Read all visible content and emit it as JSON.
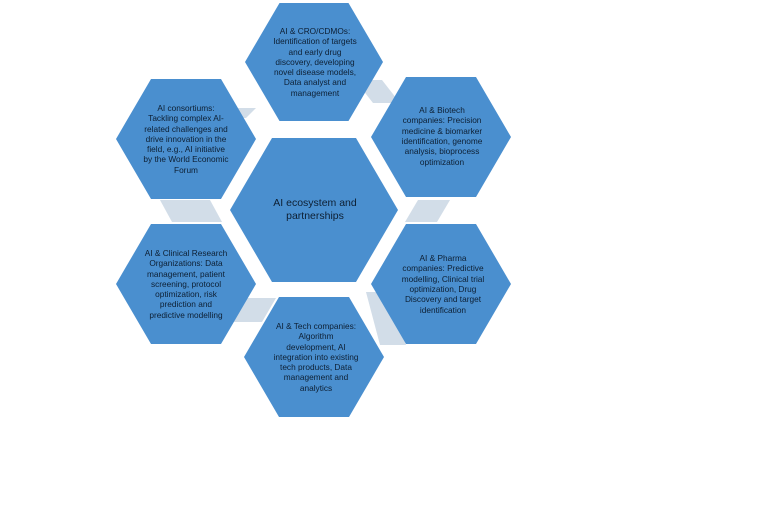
{
  "colors": {
    "hex_fill": "#4a8fcf",
    "connector_fill": "#d2dde8",
    "text": "#0d1f33",
    "background": "#ffffff"
  },
  "center": {
    "label": "AI ecosystem and\npartnerships"
  },
  "nodes": [
    {
      "label": "AI & CRO/CDMOs:\nIdentification of targets\nand early drug\ndiscovery, developing\nnovel disease models,\nData analyst and\nmanagement"
    },
    {
      "label": "AI & Biotech\ncompanies: Precision\nmedicine & biomarker\nidentification, genome\nanalysis, bioprocess\noptimization"
    },
    {
      "label": "AI & Pharma\ncompanies: Predictive\nmodelling, Clinical trial\noptimization, Drug\nDiscovery and target\nidentification"
    },
    {
      "label": "AI & Tech companies:\nAlgorithm\ndevelopment, AI\nintegration into existing\ntech products, Data\nmanagement and\nanalytics"
    },
    {
      "label": "AI & Clinical Research\nOrganizations: Data\nmanagement, patient\nscreening, protocol\noptimization, risk\nprediction and\npredictive modelling"
    },
    {
      "label": "AI consortiums:\nTackling complex AI-\nrelated challenges and\ndrive innovation in the\nfield, e.g., AI initiative\nby the World Economic\nForum"
    }
  ]
}
